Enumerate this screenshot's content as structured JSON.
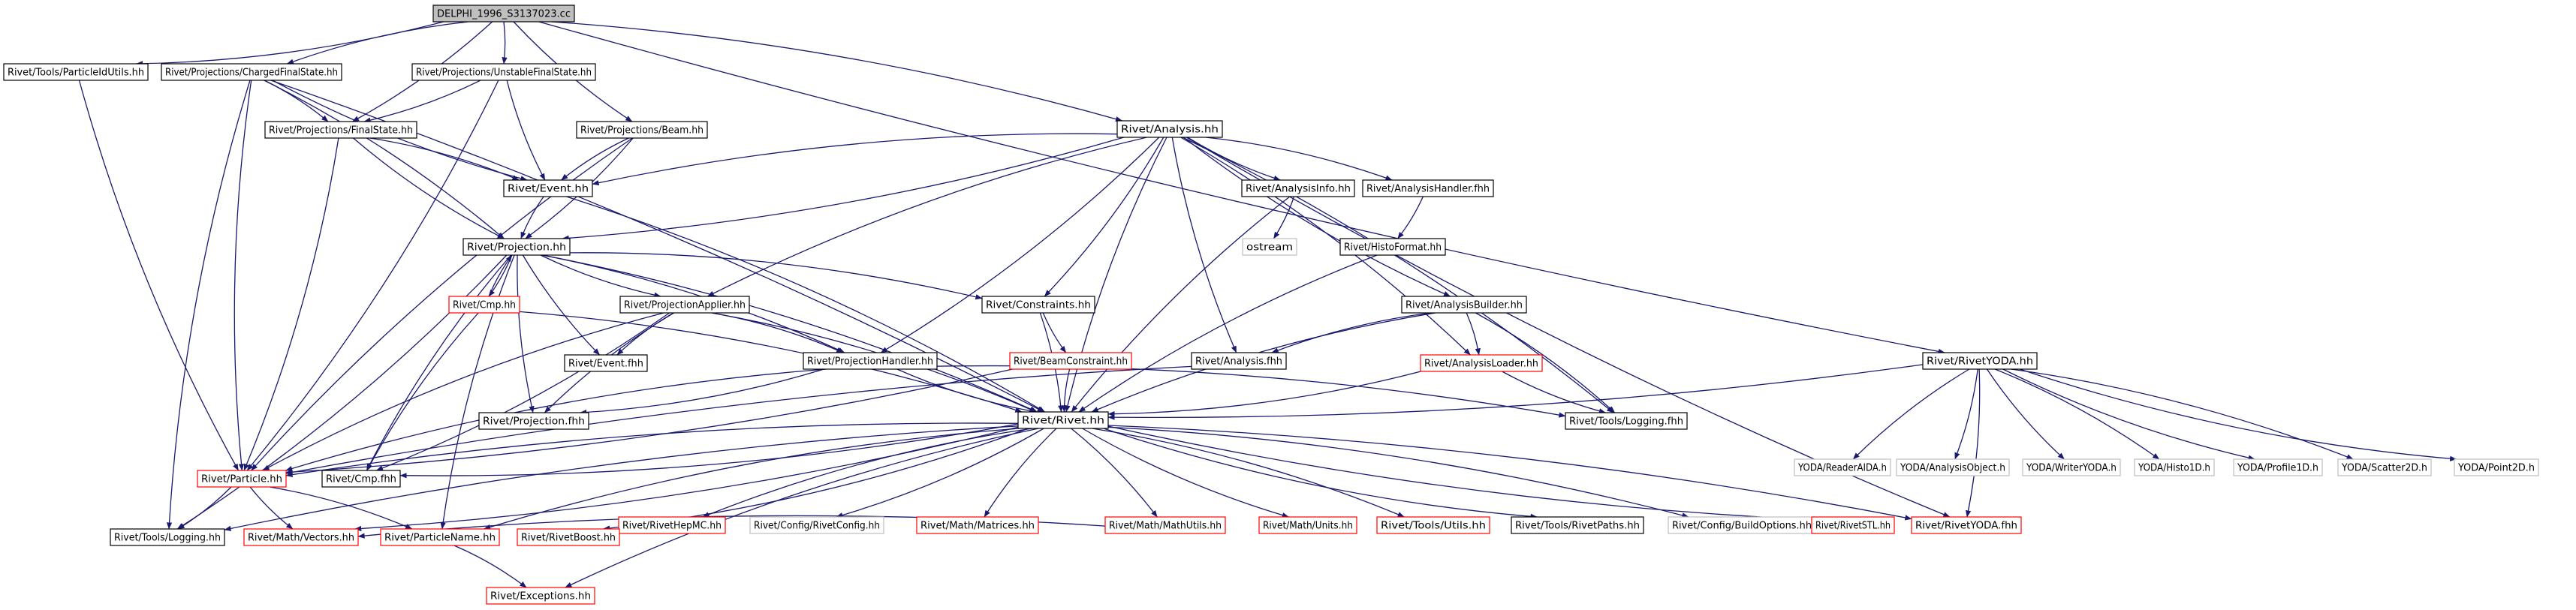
{
  "graph": {
    "colors": {
      "edge": "#191970",
      "root_fill": "#bfbfbf",
      "default_border": "#000000",
      "truncated_border": "#ff0000",
      "external_border": "#bfbfbf",
      "external_text": "#404040",
      "background": "#ffffff"
    },
    "nodes": [
      {
        "id": "root",
        "label": "DELPHI_1996_S3137023.cc",
        "style": "root"
      },
      {
        "id": "pidutils",
        "label": "Rivet/Tools/ParticleIdUtils.hh",
        "style": "default"
      },
      {
        "id": "cfs",
        "label": "Rivet/Projections/ChargedFinalState.hh",
        "style": "default"
      },
      {
        "id": "ufs",
        "label": "Rivet/Projections/UnstableFinalState.hh",
        "style": "default"
      },
      {
        "id": "beam",
        "label": "Rivet/Projections/Beam.hh",
        "style": "default"
      },
      {
        "id": "analysis",
        "label": "Rivet/Analysis.hh",
        "style": "default"
      },
      {
        "id": "rivetyoda",
        "label": "Rivet/RivetYODA.hh",
        "style": "default"
      },
      {
        "id": "fs",
        "label": "Rivet/Projections/FinalState.hh",
        "style": "default"
      },
      {
        "id": "event",
        "label": "Rivet/Event.hh",
        "style": "default"
      },
      {
        "id": "projection",
        "label": "Rivet/Projection.hh",
        "style": "default"
      },
      {
        "id": "anainfo",
        "label": "Rivet/AnalysisInfo.hh",
        "style": "default"
      },
      {
        "id": "ostream",
        "label": "ostream",
        "style": "external"
      },
      {
        "id": "anahandlerf",
        "label": "Rivet/AnalysisHandler.fhh",
        "style": "default"
      },
      {
        "id": "histoformat",
        "label": "Rivet/HistoFormat.hh",
        "style": "default"
      },
      {
        "id": "cmp",
        "label": "Rivet/Cmp.hh",
        "style": "truncated"
      },
      {
        "id": "projapplier",
        "label": "Rivet/ProjectionApplier.hh",
        "style": "default"
      },
      {
        "id": "constraints",
        "label": "Rivet/Constraints.hh",
        "style": "default"
      },
      {
        "id": "anabuilder",
        "label": "Rivet/AnalysisBuilder.hh",
        "style": "default"
      },
      {
        "id": "eventf",
        "label": "Rivet/Event.fhh",
        "style": "default"
      },
      {
        "id": "projhandler",
        "label": "Rivet/ProjectionHandler.hh",
        "style": "default"
      },
      {
        "id": "beamconstraint",
        "label": "Rivet/BeamConstraint.hh",
        "style": "truncated"
      },
      {
        "id": "analysisf",
        "label": "Rivet/Analysis.fhh",
        "style": "default"
      },
      {
        "id": "anaLoader",
        "label": "Rivet/AnalysisLoader.hh",
        "style": "truncated"
      },
      {
        "id": "projectionf",
        "label": "Rivet/Projection.fhh",
        "style": "default"
      },
      {
        "id": "rivet",
        "label": "Rivet/Rivet.hh",
        "style": "default"
      },
      {
        "id": "loggingf",
        "label": "Rivet/Tools/Logging.fhh",
        "style": "default"
      },
      {
        "id": "readeraida",
        "label": "YODA/ReaderAIDA.h",
        "style": "external"
      },
      {
        "id": "analysisobject",
        "label": "YODA/AnalysisObject.h",
        "style": "external"
      },
      {
        "id": "writeryoda",
        "label": "YODA/WriterYODA.h",
        "style": "external"
      },
      {
        "id": "histo1d",
        "label": "YODA/Histo1D.h",
        "style": "external"
      },
      {
        "id": "profile1d",
        "label": "YODA/Profile1D.h",
        "style": "external"
      },
      {
        "id": "scatter2d",
        "label": "YODA/Scatter2D.h",
        "style": "external"
      },
      {
        "id": "point2d",
        "label": "YODA/Point2D.h",
        "style": "external"
      },
      {
        "id": "particle",
        "label": "Rivet/Particle.hh",
        "style": "truncated"
      },
      {
        "id": "cmpf",
        "label": "Rivet/Cmp.fhh",
        "style": "default"
      },
      {
        "id": "rivethepmc",
        "label": "Rivet/RivetHepMC.hh",
        "style": "truncated"
      },
      {
        "id": "rivetconfig",
        "label": "Rivet/Config/RivetConfig.hh",
        "style": "external"
      },
      {
        "id": "matrices",
        "label": "Rivet/Math/Matrices.hh",
        "style": "truncated"
      },
      {
        "id": "mathutils",
        "label": "Rivet/Math/MathUtils.hh",
        "style": "truncated"
      },
      {
        "id": "units",
        "label": "Rivet/Math/Units.hh",
        "style": "truncated"
      },
      {
        "id": "utils",
        "label": "Rivet/Tools/Utils.hh",
        "style": "truncated"
      },
      {
        "id": "rivetpaths",
        "label": "Rivet/Tools/RivetPaths.hh",
        "style": "default"
      },
      {
        "id": "buildoptions",
        "label": "Rivet/Config/BuildOptions.hh",
        "style": "external"
      },
      {
        "id": "rivetstl",
        "label": "Rivet/RivetSTL.hh",
        "style": "truncated"
      },
      {
        "id": "rivetyodaf",
        "label": "Rivet/RivetYODA.fhh",
        "style": "truncated"
      },
      {
        "id": "logging",
        "label": "Rivet/Tools/Logging.hh",
        "style": "default"
      },
      {
        "id": "vectors",
        "label": "Rivet/Math/Vectors.hh",
        "style": "truncated"
      },
      {
        "id": "particlename",
        "label": "Rivet/ParticleName.hh",
        "style": "truncated"
      },
      {
        "id": "rivetboost",
        "label": "Rivet/RivetBoost.hh",
        "style": "truncated"
      },
      {
        "id": "exceptions",
        "label": "Rivet/Exceptions.hh",
        "style": "truncated"
      }
    ],
    "edges": [
      [
        "root",
        "pidutils"
      ],
      [
        "root",
        "cfs"
      ],
      [
        "root",
        "ufs"
      ],
      [
        "root",
        "beam"
      ],
      [
        "root",
        "analysis"
      ],
      [
        "root",
        "rivetyoda"
      ],
      [
        "root",
        "fs"
      ],
      [
        "pidutils",
        "particle"
      ],
      [
        "cfs",
        "fs"
      ],
      [
        "cfs",
        "event"
      ],
      [
        "cfs",
        "projection"
      ],
      [
        "cfs",
        "particle"
      ],
      [
        "cfs",
        "rivet"
      ],
      [
        "cfs",
        "logging"
      ],
      [
        "ufs",
        "fs"
      ],
      [
        "ufs",
        "event"
      ],
      [
        "ufs",
        "particle"
      ],
      [
        "beam",
        "event"
      ],
      [
        "beam",
        "projection"
      ],
      [
        "beam",
        "particle"
      ],
      [
        "fs",
        "event"
      ],
      [
        "fs",
        "projection"
      ],
      [
        "fs",
        "particle"
      ],
      [
        "event",
        "projection"
      ],
      [
        "event",
        "rivet"
      ],
      [
        "analysis",
        "event"
      ],
      [
        "analysis",
        "projection"
      ],
      [
        "analysis",
        "anainfo"
      ],
      [
        "analysis",
        "anahandlerf"
      ],
      [
        "analysis",
        "projapplier"
      ],
      [
        "analysis",
        "constraints"
      ],
      [
        "analysis",
        "anabuilder"
      ],
      [
        "analysis",
        "projhandler"
      ],
      [
        "analysis",
        "analysisf"
      ],
      [
        "analysis",
        "anaLoader"
      ],
      [
        "analysis",
        "rivet"
      ],
      [
        "analysis",
        "loggingf"
      ],
      [
        "analysis",
        "rivetyodaf"
      ],
      [
        "anainfo",
        "ostream"
      ],
      [
        "anainfo",
        "rivet"
      ],
      [
        "anahandlerf",
        "histoformat"
      ],
      [
        "histoformat",
        "rivet"
      ],
      [
        "projection",
        "cmp"
      ],
      [
        "projection",
        "projapplier"
      ],
      [
        "projection",
        "constraints"
      ],
      [
        "projection",
        "eventf"
      ],
      [
        "projection",
        "projhandler"
      ],
      [
        "projection",
        "projectionf"
      ],
      [
        "projection",
        "rivet"
      ],
      [
        "projection",
        "cmpf"
      ],
      [
        "projection",
        "logging"
      ],
      [
        "projection",
        "particlename"
      ],
      [
        "cmp",
        "projection"
      ],
      [
        "cmp",
        "cmpf"
      ],
      [
        "cmp",
        "rivet"
      ],
      [
        "projapplier",
        "eventf"
      ],
      [
        "projapplier",
        "projhandler"
      ],
      [
        "projapplier",
        "projectionf"
      ],
      [
        "projapplier",
        "rivet"
      ],
      [
        "projapplier",
        "particle"
      ],
      [
        "projapplier",
        "cmpf"
      ],
      [
        "constraints",
        "beamconstraint"
      ],
      [
        "constraints",
        "rivet"
      ],
      [
        "beamconstraint",
        "rivet"
      ],
      [
        "beamconstraint",
        "particle"
      ],
      [
        "anabuilder",
        "analysisf"
      ],
      [
        "anabuilder",
        "anaLoader"
      ],
      [
        "anabuilder",
        "rivet"
      ],
      [
        "anabuilder",
        "loggingf"
      ],
      [
        "projhandler",
        "rivet"
      ],
      [
        "projhandler",
        "projectionf"
      ],
      [
        "projhandler",
        "particle"
      ],
      [
        "projhandler",
        "loggingf"
      ],
      [
        "analysisf",
        "particle"
      ],
      [
        "anaLoader",
        "rivet"
      ],
      [
        "anaLoader",
        "loggingf"
      ],
      [
        "rivetyoda",
        "rivet"
      ],
      [
        "rivetyoda",
        "readeraida"
      ],
      [
        "rivetyoda",
        "analysisobject"
      ],
      [
        "rivetyoda",
        "writeryoda"
      ],
      [
        "rivetyoda",
        "histo1d"
      ],
      [
        "rivetyoda",
        "profile1d"
      ],
      [
        "rivetyoda",
        "scatter2d"
      ],
      [
        "rivetyoda",
        "point2d"
      ],
      [
        "rivetyoda",
        "rivetyodaf"
      ],
      [
        "rivet",
        "particle"
      ],
      [
        "rivet",
        "cmpf"
      ],
      [
        "rivet",
        "rivethepmc"
      ],
      [
        "rivet",
        "rivetconfig"
      ],
      [
        "rivet",
        "matrices"
      ],
      [
        "rivet",
        "mathutils"
      ],
      [
        "rivet",
        "units"
      ],
      [
        "rivet",
        "utils"
      ],
      [
        "rivet",
        "rivetpaths"
      ],
      [
        "rivet",
        "buildoptions"
      ],
      [
        "rivet",
        "rivetstl"
      ],
      [
        "rivet",
        "rivetyodaf"
      ],
      [
        "rivet",
        "logging"
      ],
      [
        "rivet",
        "vectors"
      ],
      [
        "rivet",
        "particlename"
      ],
      [
        "rivet",
        "rivetboost"
      ],
      [
        "rivet",
        "exceptions"
      ],
      [
        "particle",
        "logging"
      ],
      [
        "particle",
        "vectors"
      ],
      [
        "particle",
        "particlename"
      ],
      [
        "mathutils",
        "vectors"
      ],
      [
        "particlename",
        "exceptions"
      ]
    ]
  }
}
